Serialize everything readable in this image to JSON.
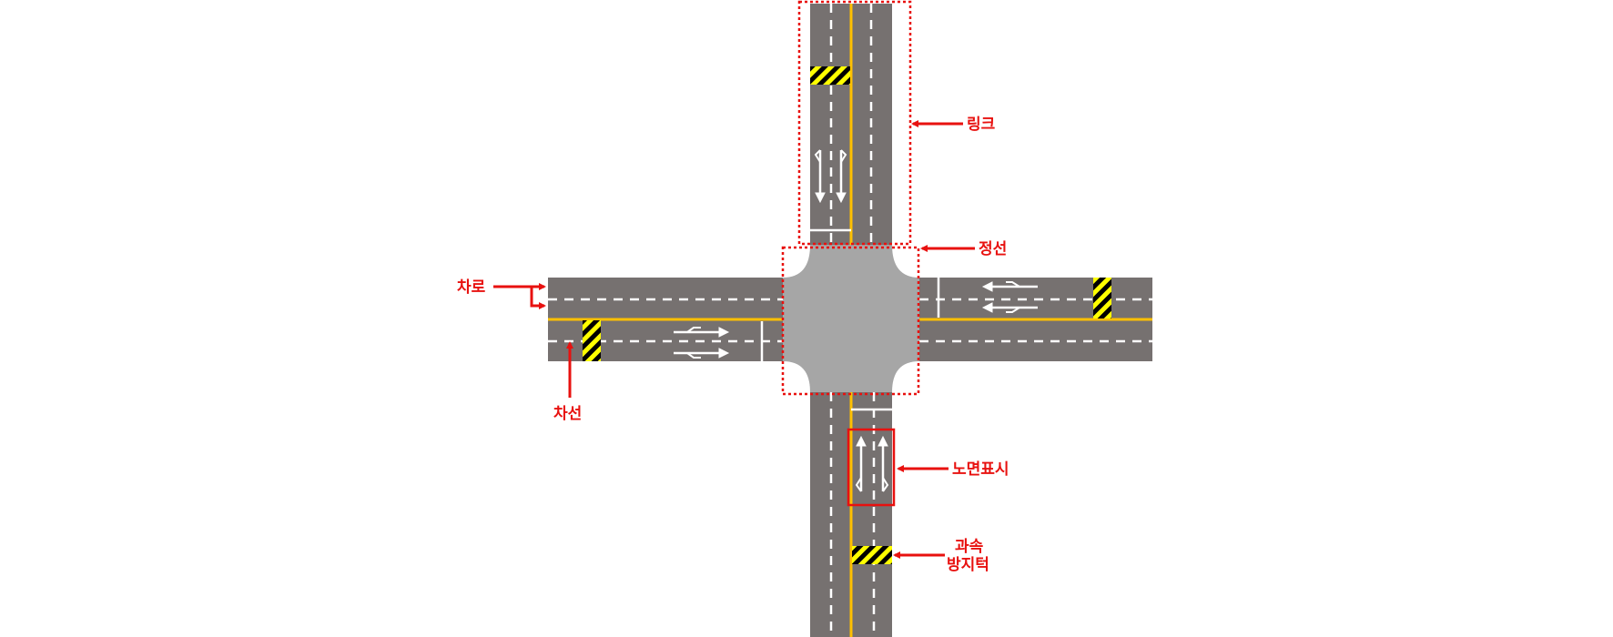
{
  "labels": {
    "link": "링크",
    "stop_line": "정선",
    "lane": "차로",
    "lane_line": "차선",
    "road_marking": "노면표시",
    "speed_bump_line1": "과속",
    "speed_bump_line2": "방지턱"
  },
  "colors": {
    "road": "#767170",
    "intersection": "#a6a6a6",
    "center_line": "#ffc000",
    "lane_dash": "#ffffff",
    "speed_bump_yellow": "#ffff00",
    "speed_bump_black": "#000000",
    "annotation": "#e8110f"
  }
}
